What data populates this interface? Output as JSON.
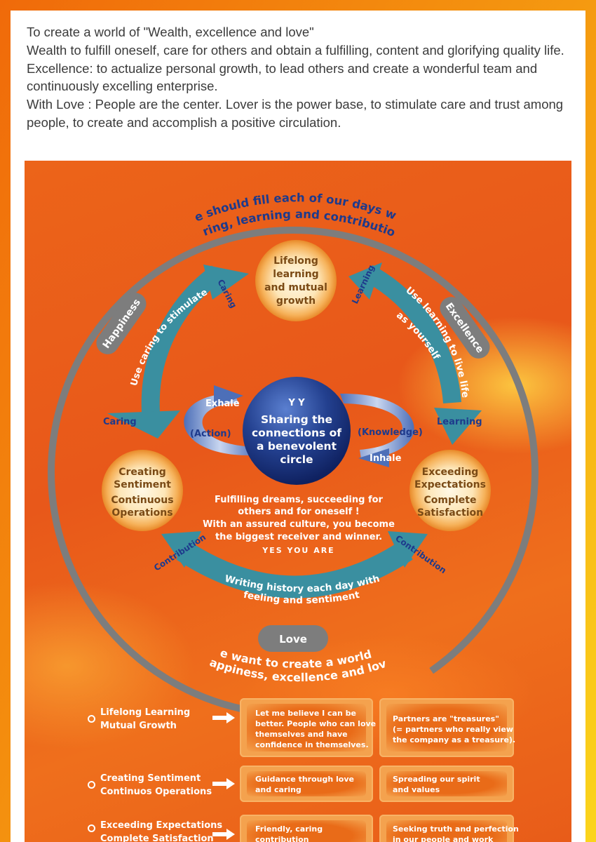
{
  "intro": {
    "line1": "To create a world of \"Wealth, excellence and love\"",
    "line2": "Wealth to fulfill oneself, care for others and obtain a fulfilling, content and glorifying quality life.",
    "line3": "Excellence: to actualize personal growth, to lead others and create a wonderful team and continuously excelling enterprise.",
    "line4": "With Love : People are the center.  Lover is the power base, to stimulate care and trust among people, to create and accomplish a positive circulation."
  },
  "diagram": {
    "top_arc_line1": "We should fill each of our days with",
    "top_arc_line2": "caring, learning and contribution.",
    "bottom_arc_line1": "We want to create a world of",
    "bottom_arc_line2": "happiness, excellence and love.",
    "pill_happiness": "Happiness",
    "pill_excellence": "Excellence",
    "pill_love": "Love",
    "node_top": [
      "Lifelong",
      "learning",
      "and mutual",
      "growth"
    ],
    "node_left": [
      "Creating",
      "Sentiment",
      "Continuous",
      "Operations"
    ],
    "node_right": [
      "Exceeding",
      "Expectations",
      "Complete",
      "Satisfaction"
    ],
    "arrow_left_text": "Use caring to stimulate",
    "arrow_left_tip": "Caring",
    "arrow_left_end": "Caring",
    "arrow_right_text1": "Use learning to live life",
    "arrow_right_text2": "as yourself",
    "arrow_right_tip": "Learning",
    "arrow_right_end": "Learning",
    "arrow_bottom_text1": "Writing history each day with",
    "arrow_bottom_text2": "feeling and sentiment",
    "contribution_left": "Contribution",
    "contribution_right": "Contribution",
    "center_yy": "Y Y",
    "center_lines": [
      "Sharing the",
      "connections of",
      "a benevolent",
      "circle"
    ],
    "exhale": "Exhale",
    "inhale": "Inhale",
    "action": "(Action)",
    "knowledge": "(Knowledge)",
    "motto_lines": [
      "Fulfilling dreams, succeeding for",
      "others and for oneself !",
      "With an assured culture, you become",
      "the biggest receiver and winner."
    ],
    "motto_tag": "YES  YOU  ARE"
  },
  "table": [
    {
      "label": [
        "Lifelong Learning",
        "Mutual Growth"
      ],
      "cell1": [
        "Let me believe I can be",
        "better. People who can love",
        "themselves and have",
        "confidence in themselves."
      ],
      "cell2": [
        "Partners are \"treasures\"",
        " (= partners who really view",
        "the company as a treasure)."
      ]
    },
    {
      "label": [
        "Creating Sentiment",
        "Continuos Operations"
      ],
      "cell1": [
        "Guidance through love",
        "and caring"
      ],
      "cell2": [
        "Spreading our spirit",
        " and values"
      ]
    },
    {
      "label": [
        "Exceeding Expectations",
        "Complete Satisfaction"
      ],
      "cell1": [
        "Friendly, caring",
        "contribution"
      ],
      "cell2": [
        "Seeking truth and perfection",
        "in our people and work"
      ]
    }
  ],
  "colors": {
    "navy": "#1e3a8c",
    "teal": "#3a8fa0",
    "grey_ring": "#7d7d7d",
    "orange": "#ea5f1a"
  }
}
